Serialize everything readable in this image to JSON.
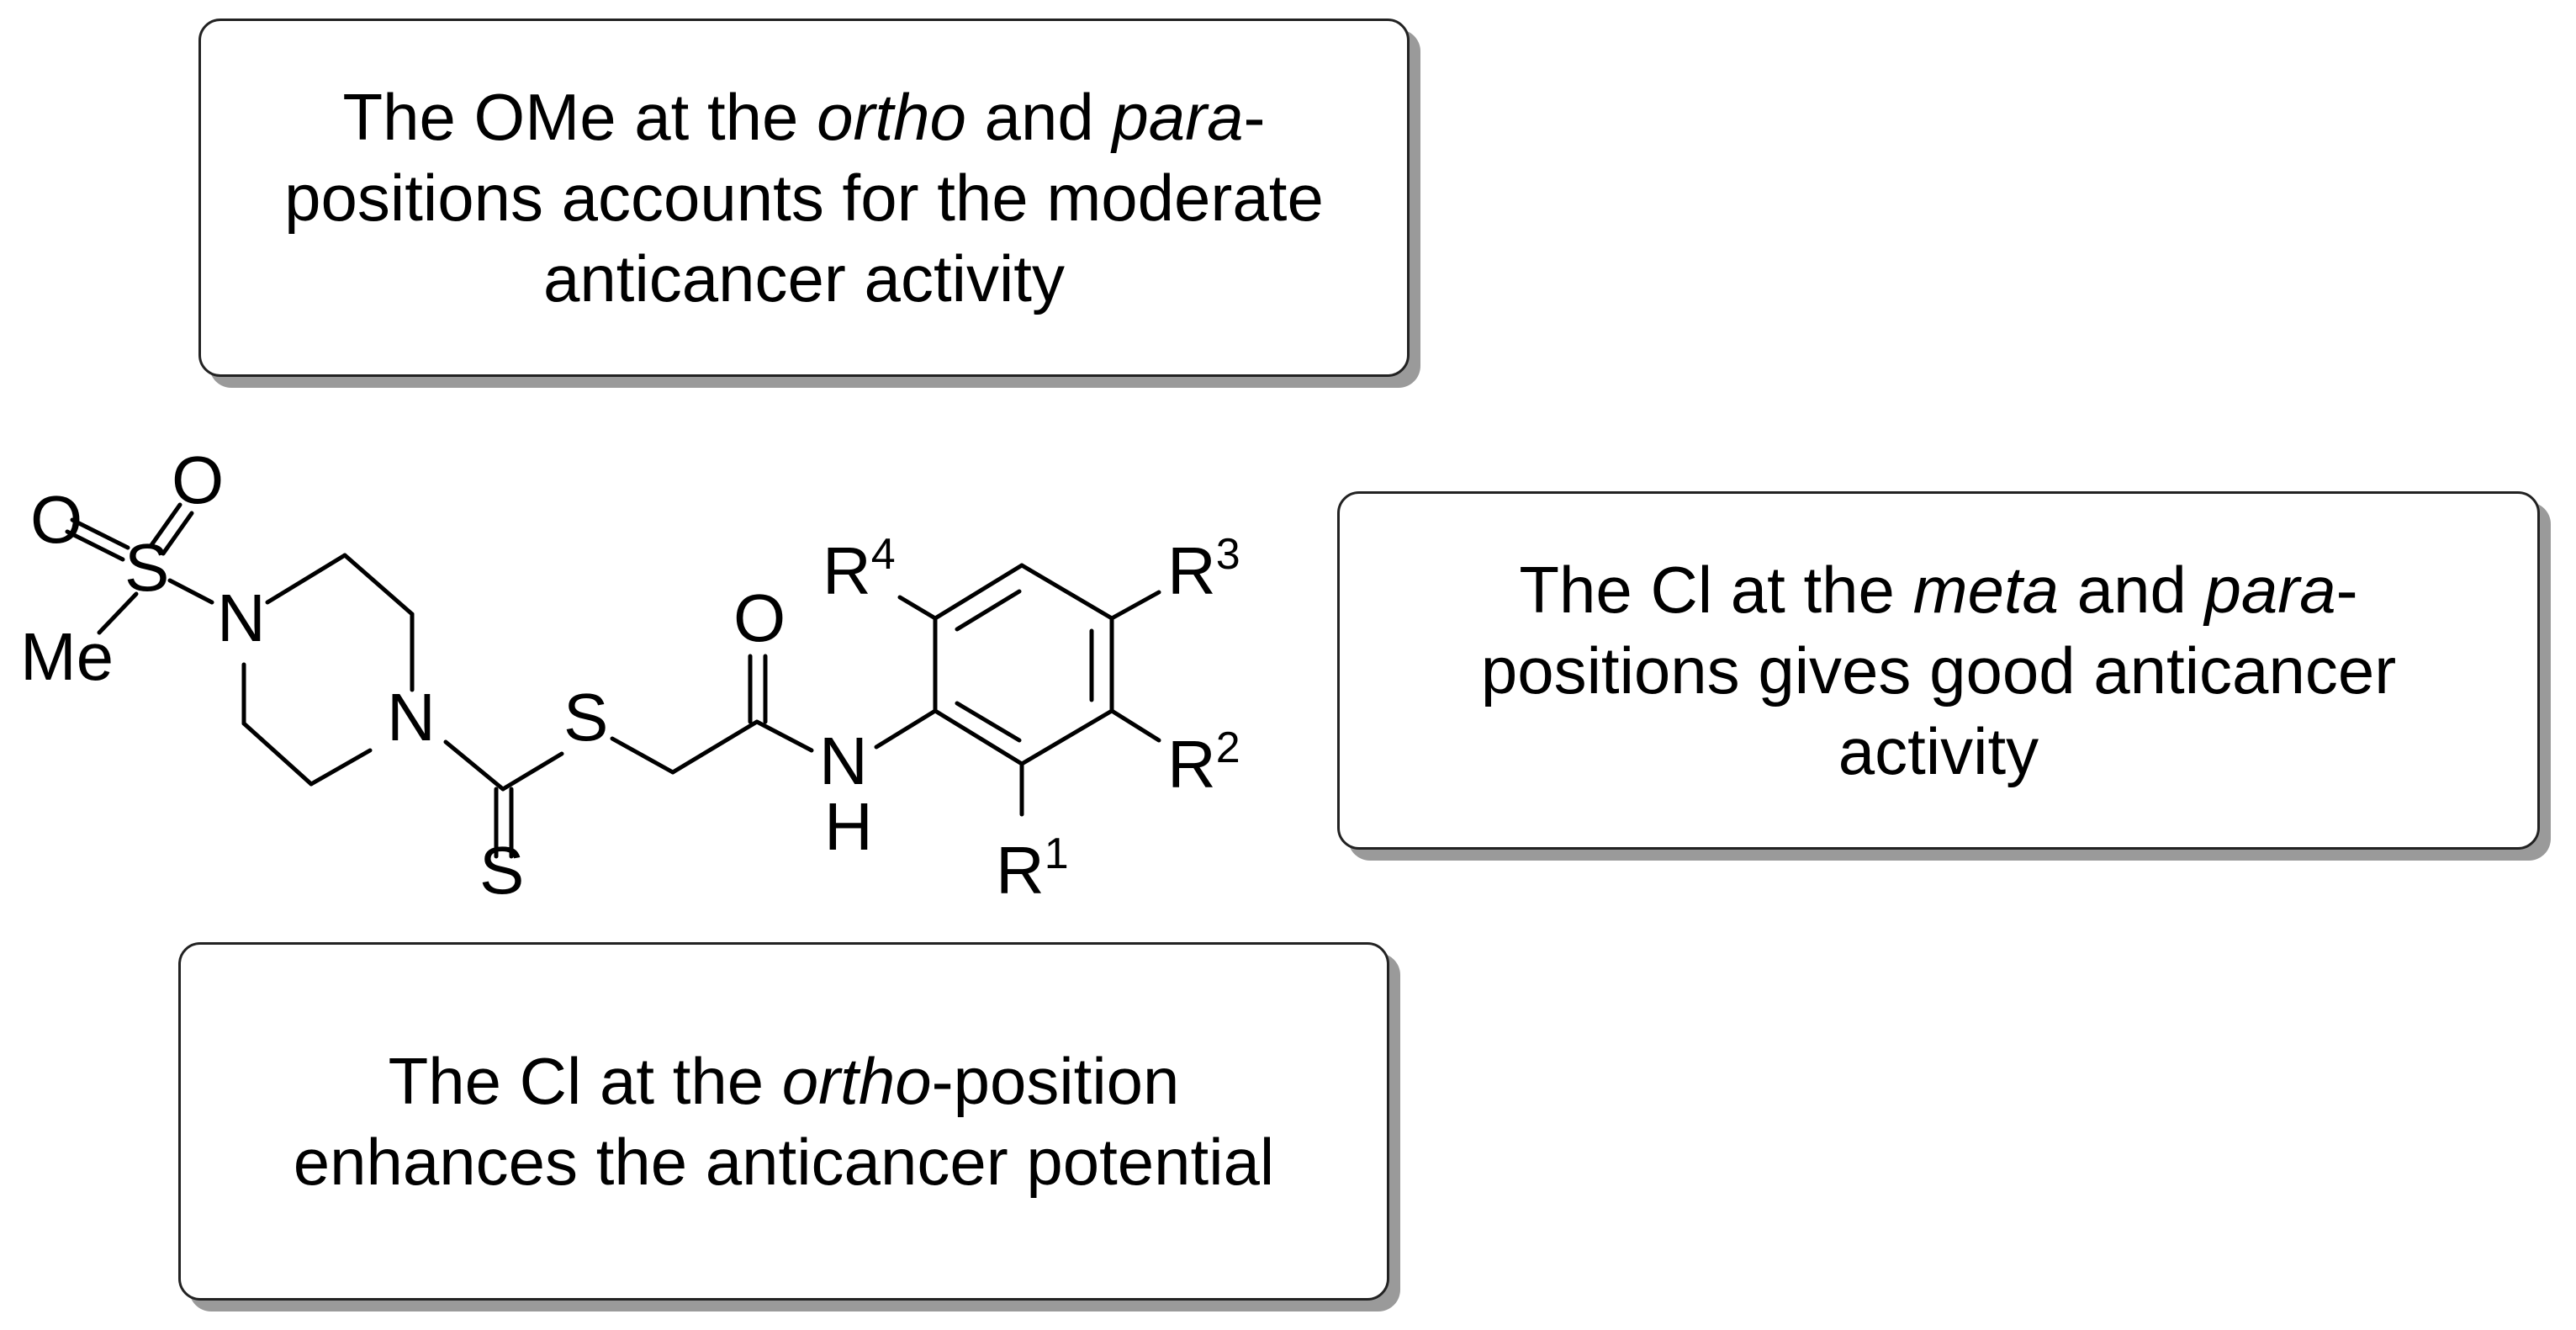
{
  "callouts": {
    "top": {
      "line1_pre": "The OMe at the ",
      "line1_em1": "ortho",
      "line1_mid": " and ",
      "line1_em2": "para",
      "line1_post": "-",
      "line2": "positions accounts for the moderate",
      "line3": "anticancer activity"
    },
    "right": {
      "line1_pre": "The Cl at the ",
      "line1_em1": "meta",
      "line1_mid": " and ",
      "line1_em2": "para",
      "line1_post": "-",
      "line2": "positions gives good anticancer",
      "line3": "activity"
    },
    "bottom": {
      "line1_pre": "The Cl at the ",
      "line1_em1": "ortho",
      "line1_post": "-position",
      "line2": "enhances the anticancer potential"
    }
  },
  "molecule": {
    "atoms": {
      "O1": "O",
      "O2": "O",
      "S_sulfonyl": "S",
      "Me": "Me",
      "N1": "N",
      "N2": "N",
      "S_thio": "S",
      "S_thione": "S",
      "O_carbonyl": "O",
      "NH_N": "N",
      "NH_H": "H"
    },
    "substituents": {
      "R1": {
        "base": "R",
        "sup": "1"
      },
      "R2": {
        "base": "R",
        "sup": "2"
      },
      "R3": {
        "base": "R",
        "sup": "3"
      },
      "R4": {
        "base": "R",
        "sup": "4"
      }
    }
  }
}
